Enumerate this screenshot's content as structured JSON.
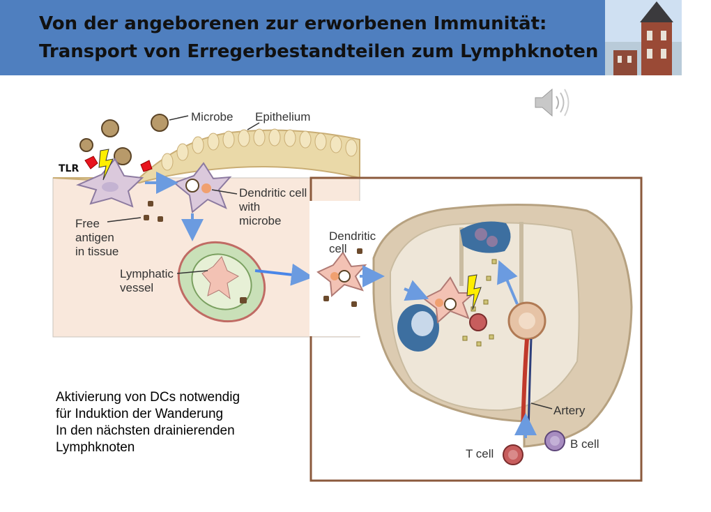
{
  "title": {
    "line1": "Von der angeborenen zur erworbenen Immunität:",
    "line2": "Transport von Erregerbestandteilen zum Lymphknoten"
  },
  "figure": {
    "labels": {
      "microbe": "Microbe",
      "epithelium": "Epithelium",
      "tlr": "TLR",
      "dendritic_cell_with_microbe": [
        "Dendritic cell",
        "with",
        "microbe"
      ],
      "free_antigen": [
        "Free",
        "antigen",
        "in tissue"
      ],
      "lymphatic_vessel": [
        "Lymphatic",
        "vessel"
      ],
      "dendritic_cell": [
        "Dendritic",
        "cell"
      ],
      "artery": "Artery",
      "t_cell": "T cell",
      "b_cell": "B cell"
    }
  },
  "note": {
    "lines": [
      "Aktivierung von DCs notwendig",
      "für Induktion der Wanderung",
      "In den nächsten drainierenden",
      "Lymphknoten"
    ]
  },
  "colors": {
    "header": "#4f7fbf",
    "arrow": "#6b9be0",
    "tissue": "#f9e8dc",
    "node_frame": "#8b5a3c",
    "lightning": "#ffee00",
    "tlr_receptor": "#e8141e"
  },
  "icons": [
    "speaker-icon",
    "lightning-icon",
    "building-logo"
  ]
}
